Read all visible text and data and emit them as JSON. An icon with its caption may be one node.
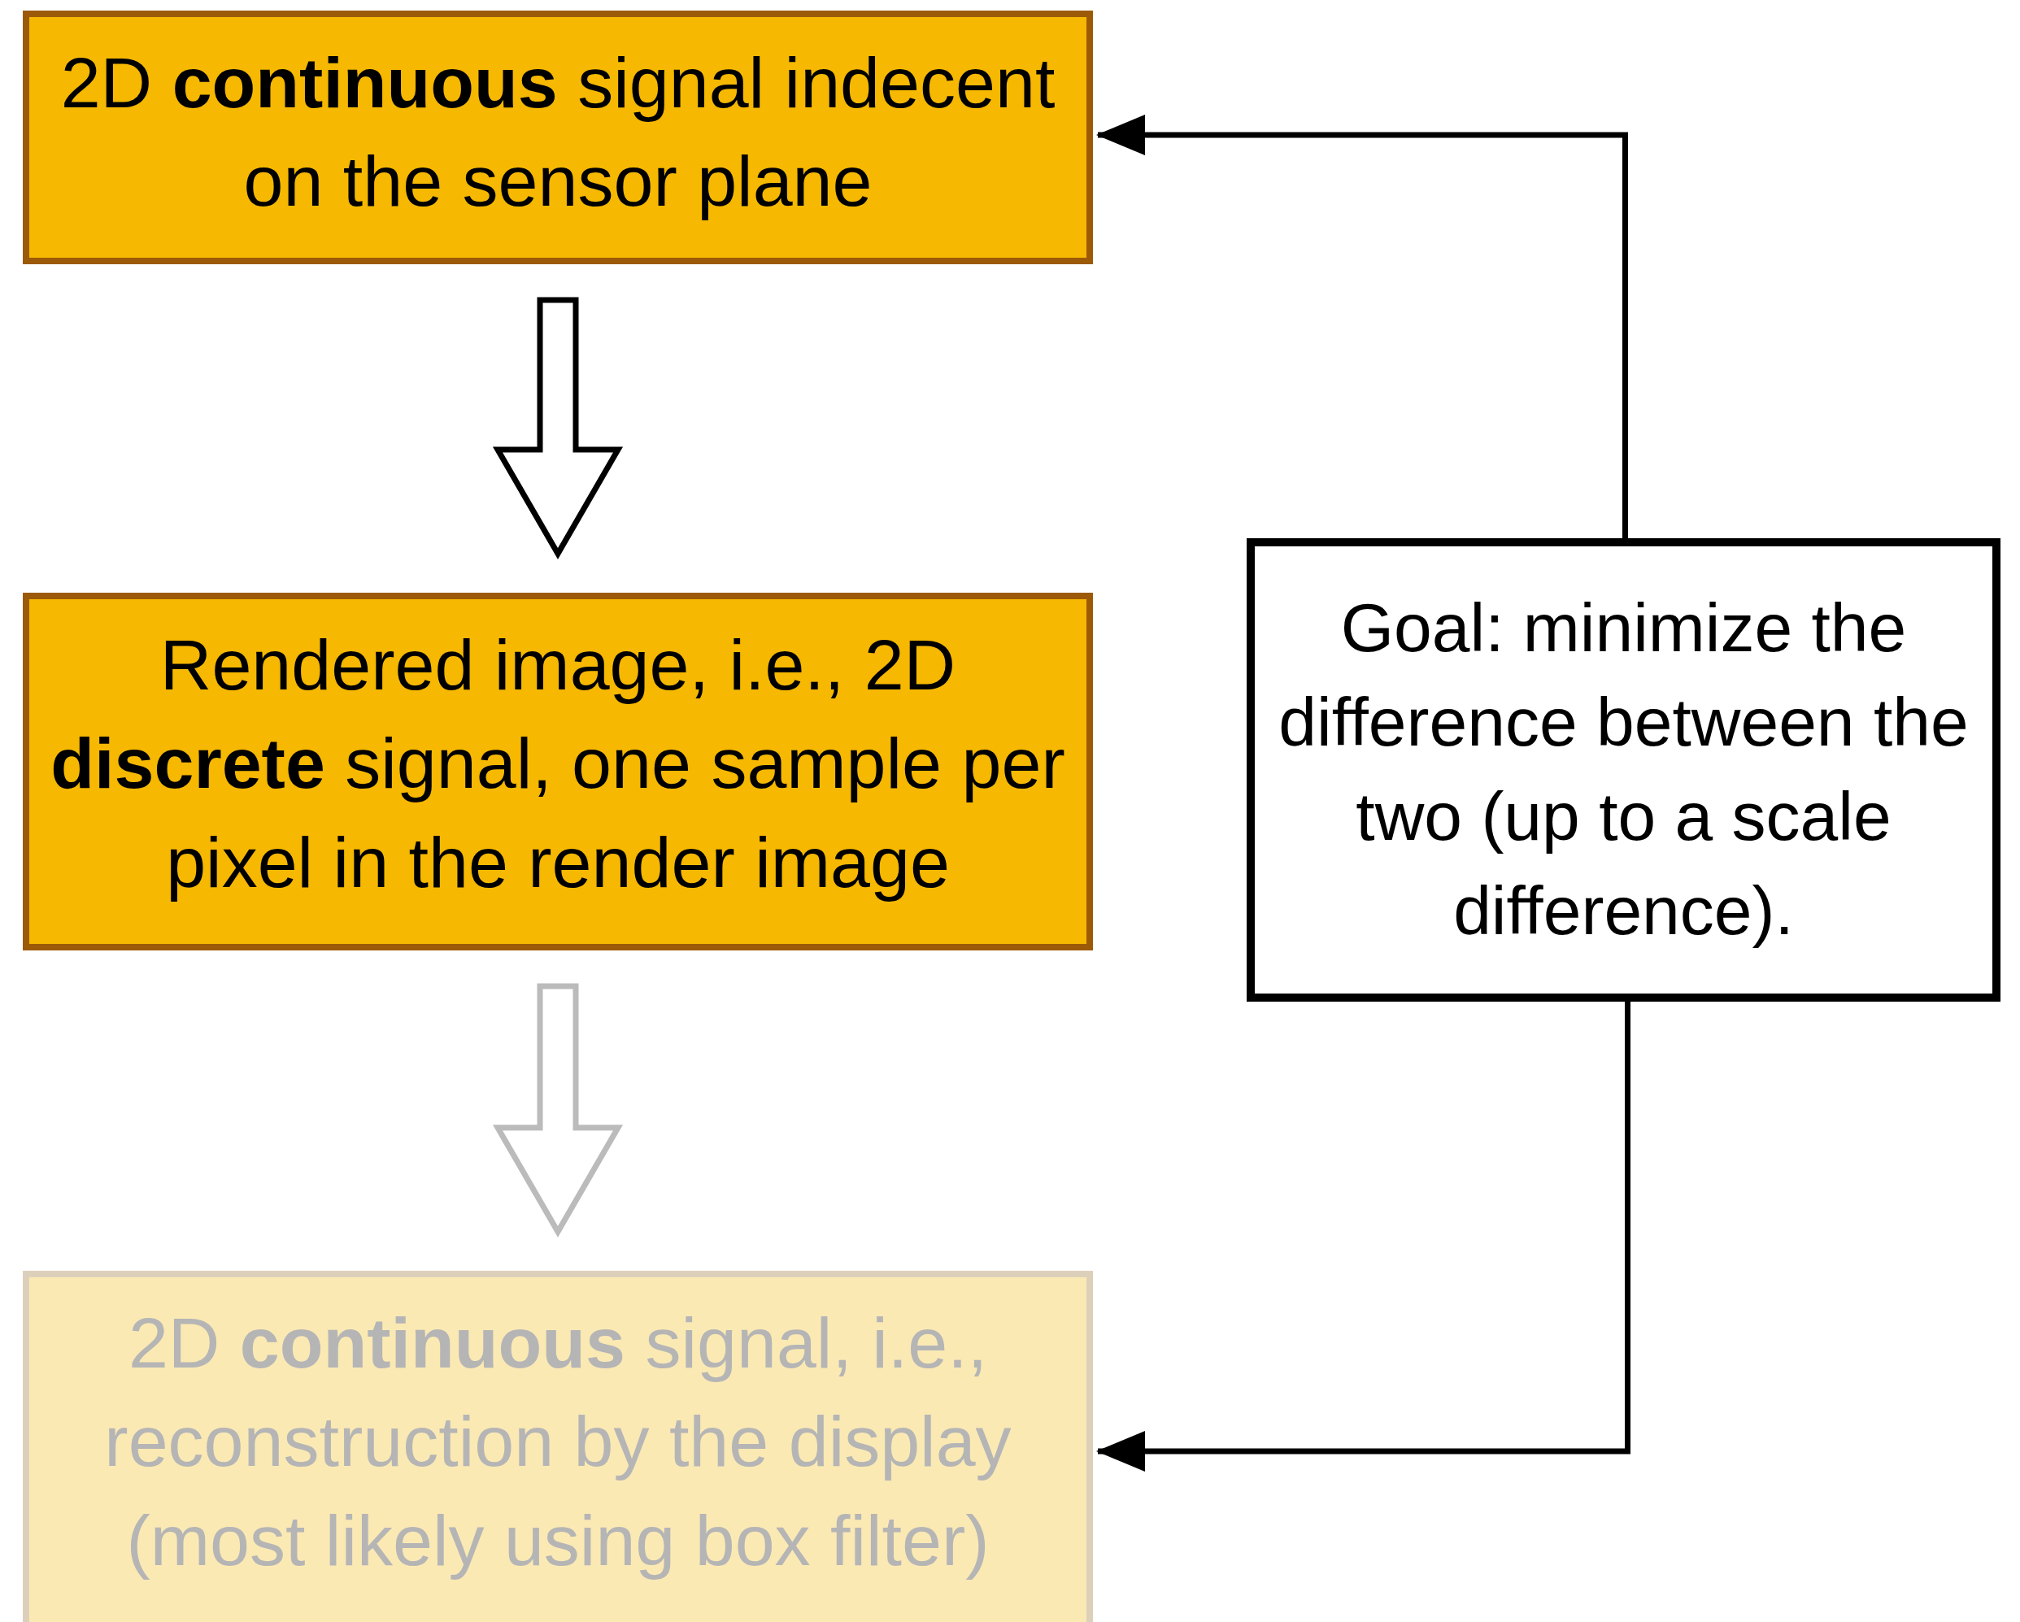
{
  "diagram": {
    "nodes": [
      {
        "text": [
          "2D **continuous** signal indecent on the sensor plane"
        ]
      },
      {
        "text": [
          "Rendered image, i.e., 2D **discrete** signal, one sample per pixel in the render image"
        ]
      },
      {
        "text": [
          "2D **continuous** signal, i.e., reconstruction by the display (most likely using box filter)"
        ]
      },
      {
        "text": [
          "Goal: minimize the difference between the two (up to a scale difference)."
        ]
      }
    ],
    "edges": [
      {
        "from": 0,
        "to": 1,
        "arrow": "to",
        "style": "thick"
      },
      {
        "from": 1,
        "to": 2,
        "arrow": "to",
        "style": "thick",
        "color": "#bbbbbb"
      },
      {
        "from": 3,
        "to": 0,
        "arrow": "to"
      },
      {
        "from": 3,
        "to": 2,
        "arrow": "to"
      }
    ]
  }
}
